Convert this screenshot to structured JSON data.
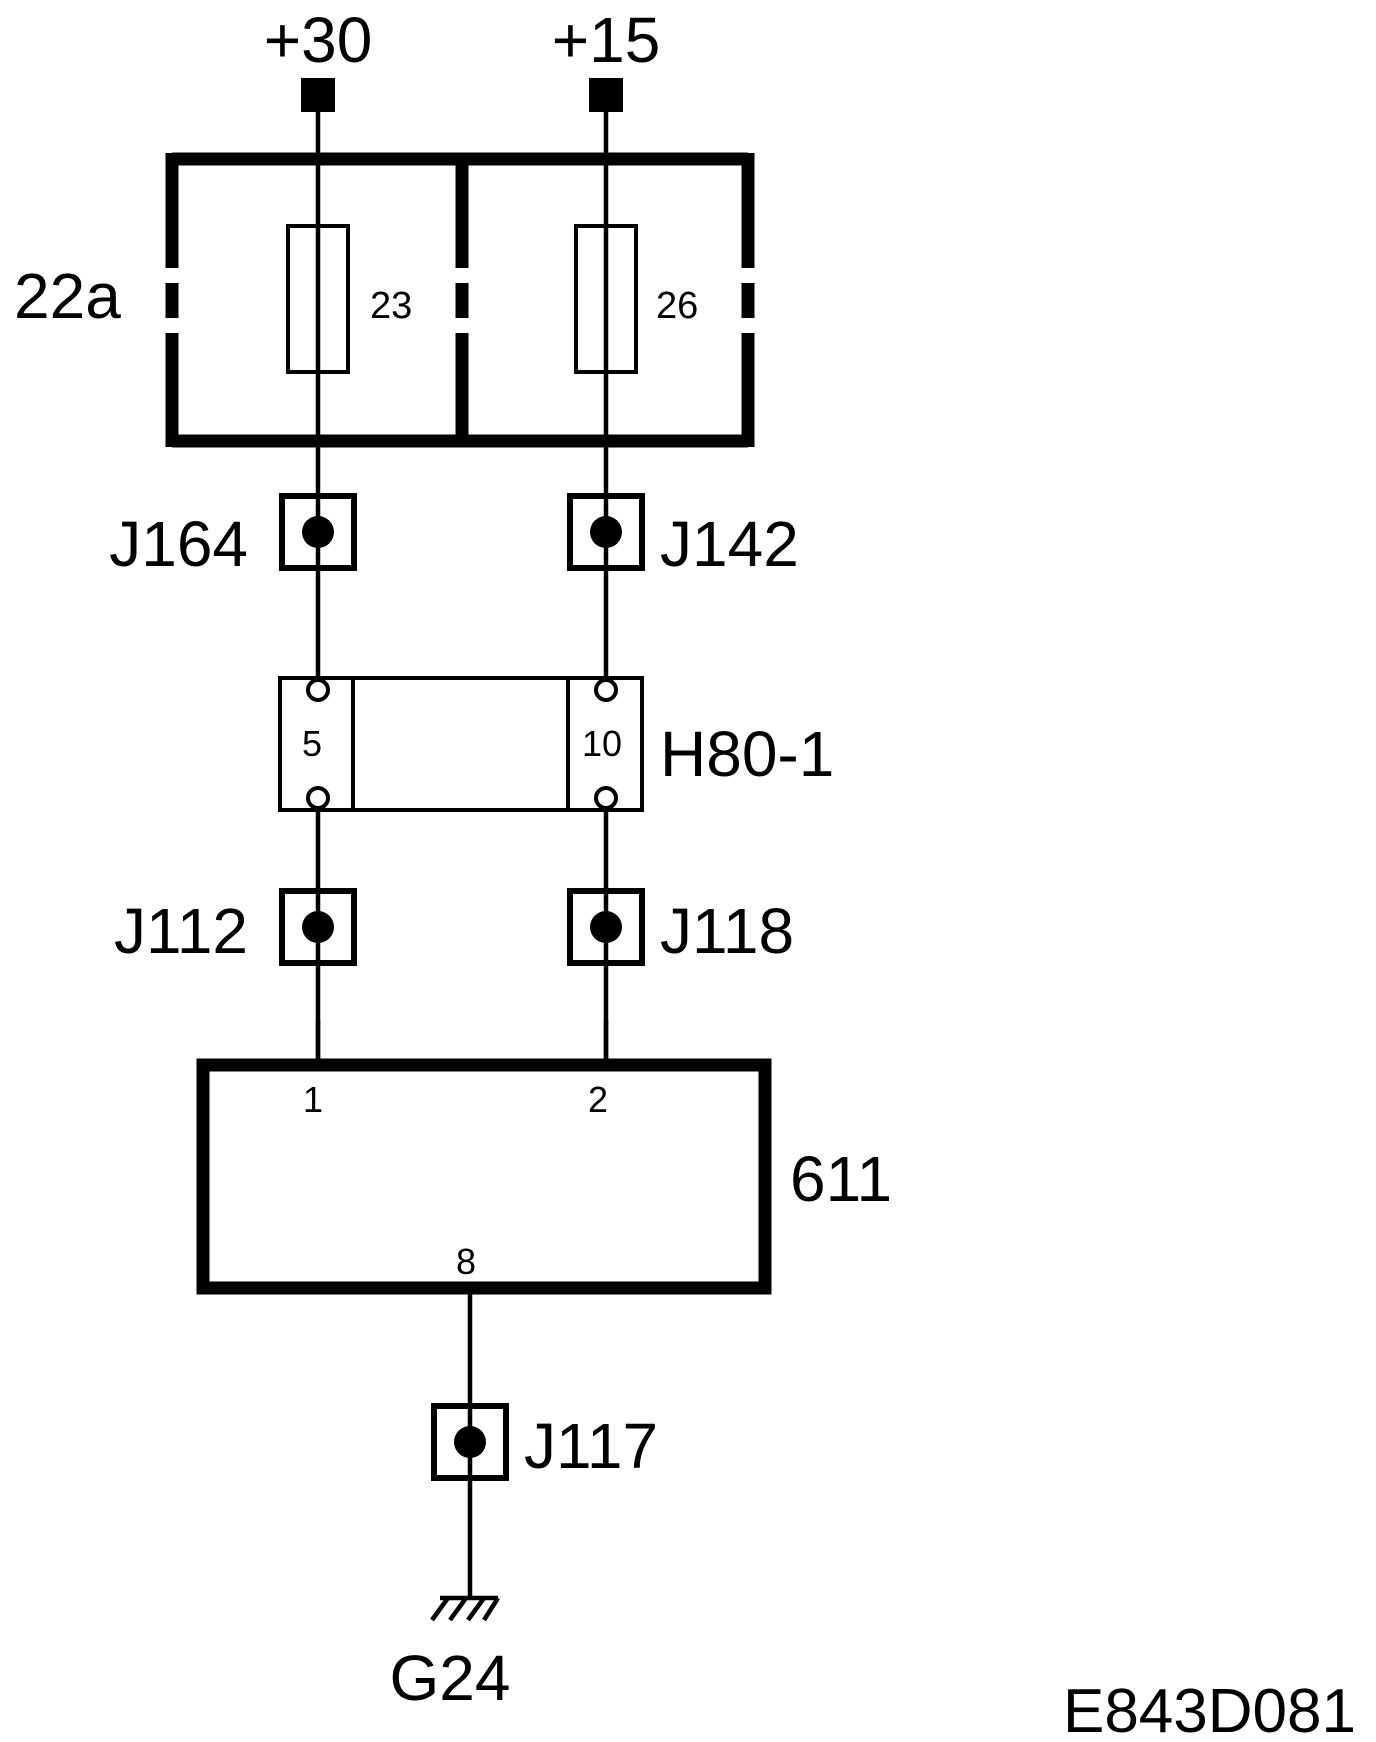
{
  "supplies": {
    "plus30": "+30",
    "plus15": "+15"
  },
  "fuse_box": {
    "label": "22a",
    "fuse_left": "23",
    "fuse_right": "26"
  },
  "connectors": {
    "j164": "J164",
    "j142": "J142",
    "j112": "J112",
    "j118": "J118",
    "j117": "J117"
  },
  "harness_connector": {
    "label": "H80-1",
    "pin_left": "5",
    "pin_right": "10"
  },
  "module": {
    "label": "611",
    "pin1": "1",
    "pin2": "2",
    "pin8": "8"
  },
  "ground": {
    "label": "G24"
  },
  "diagram_id": "E843D081",
  "colors": {
    "ink": "#000000",
    "background": "#ffffff"
  }
}
